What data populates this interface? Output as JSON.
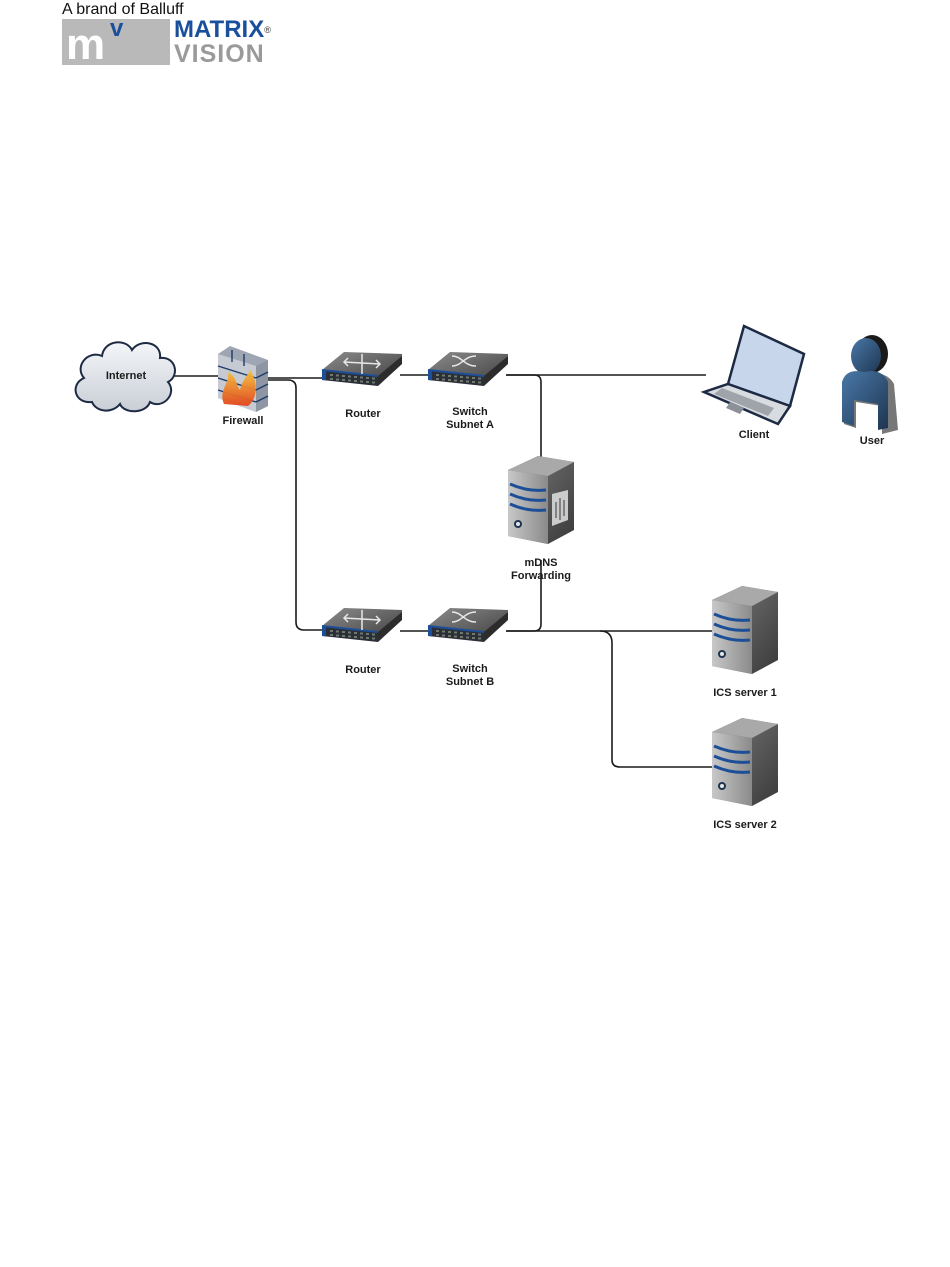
{
  "logo": {
    "tagline": "A brand of Balluff",
    "mark_m": "m",
    "mark_v": "v",
    "brand_line1": "MATRIX",
    "registered": "®",
    "brand_line2": "VISION",
    "colors": {
      "blue": "#1a4f9c",
      "grey": "#9a9a9a",
      "mark_bg": "#b9b9b9"
    }
  },
  "diagram": {
    "nodes": [
      {
        "id": "internet",
        "type": "cloud",
        "label": "Internet"
      },
      {
        "id": "firewall",
        "type": "firewall",
        "label": "Firewall"
      },
      {
        "id": "router_a",
        "type": "router",
        "label": "Router"
      },
      {
        "id": "switch_a",
        "type": "switch",
        "label_line1": "Switch",
        "label_line2": "Subnet A"
      },
      {
        "id": "client",
        "type": "laptop",
        "label": "Client"
      },
      {
        "id": "user",
        "type": "user",
        "label": "User"
      },
      {
        "id": "mdns",
        "type": "server",
        "label_line1": "mDNS",
        "label_line2": "Forwarding"
      },
      {
        "id": "router_b",
        "type": "router",
        "label": "Router"
      },
      {
        "id": "switch_b",
        "type": "switch",
        "label_line1": "Switch",
        "label_line2": "Subnet B"
      },
      {
        "id": "ics1",
        "type": "server",
        "label": "ICS server 1"
      },
      {
        "id": "ics2",
        "type": "server",
        "label": "ICS server 2"
      }
    ],
    "edges": [
      [
        "internet",
        "firewall"
      ],
      [
        "firewall",
        "router_a"
      ],
      [
        "firewall",
        "router_b"
      ],
      [
        "router_a",
        "switch_a"
      ],
      [
        "switch_a",
        "client"
      ],
      [
        "switch_a",
        "mdns"
      ],
      [
        "mdns",
        "switch_b"
      ],
      [
        "router_b",
        "switch_b"
      ],
      [
        "switch_b",
        "ics1"
      ],
      [
        "switch_b",
        "ics2"
      ]
    ]
  }
}
